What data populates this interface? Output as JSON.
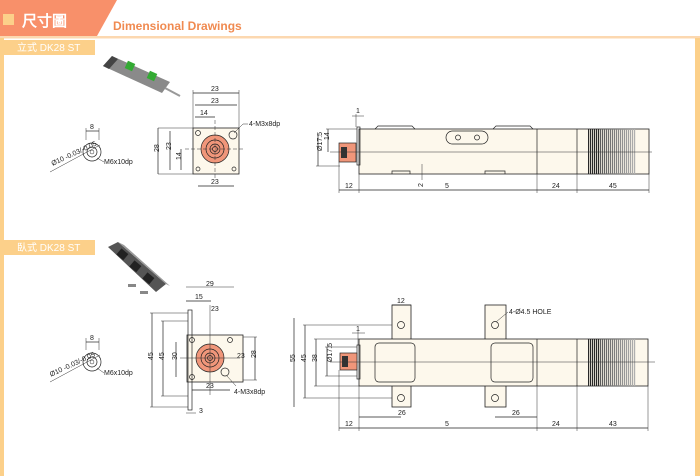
{
  "header": {
    "title": "尺寸圖",
    "subtitle": "Dimensional Drawings"
  },
  "colors": {
    "accent": "#f8906a",
    "band": "#fcd08a",
    "part": "#f0967a"
  },
  "vertical": {
    "label": "立式 DK28 ST",
    "shaft": {
      "width": "8",
      "diameter": "Ø10 -0.03/-0.05",
      "thread": "M6x10dp"
    },
    "front": {
      "top1": "23",
      "top2": "23",
      "top3": "14",
      "left1": "28",
      "left2": "23",
      "left3": "14",
      "bottom": "23",
      "holes": "4-M3x8dp"
    },
    "side": {
      "d1": "14",
      "d2": "Ø17.5",
      "gap": "2",
      "flange": "1",
      "head": "12",
      "body": "5",
      "mid": "24",
      "tail": "45"
    }
  },
  "horizontal": {
    "label": "臥式 DK28 ST",
    "shaft": {
      "width": "8",
      "diameter": "Ø10 -0.03/-0.05",
      "thread": "M6x10dp"
    },
    "front": {
      "top1": "29",
      "top2": "15",
      "top3": "23",
      "left1": "45",
      "left2": "45",
      "left3": "30",
      "right1": "23",
      "right2": "28",
      "bottom": "23",
      "offset": "3",
      "holes": "4-M3x8dp"
    },
    "side": {
      "d1": "55",
      "d2": "45",
      "d3": "38",
      "d4": "Ø17.5",
      "flange": "1",
      "tab": "12",
      "holes": "4-Ø4.5 HOLE",
      "tab_off1": "26",
      "tab_off2": "26",
      "head": "12",
      "body": "5",
      "mid": "24",
      "tail": "43"
    }
  }
}
